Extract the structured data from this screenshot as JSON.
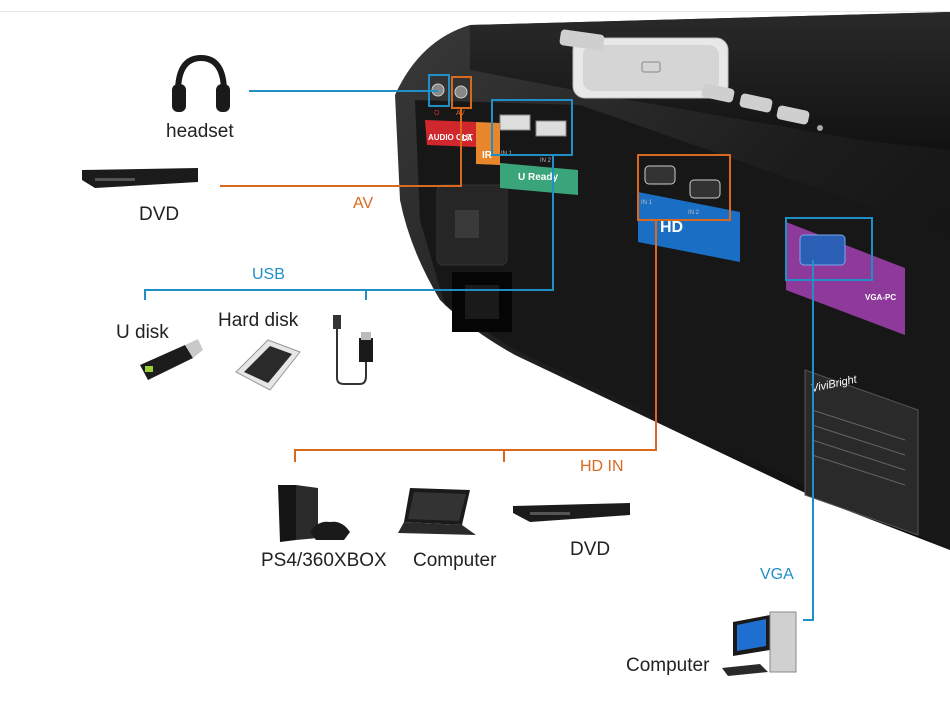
{
  "colors": {
    "av": "#d9691e",
    "blue": "#1f8fc6",
    "audio_red": "#d0272d",
    "ir_orange": "#e8862c",
    "green": "#3aa57a",
    "hd_blue": "#1a6fc4",
    "purple": "#8e3a9b"
  },
  "devices": {
    "headset": "headset",
    "dvd_av": "DVD",
    "u_disk": "U disk",
    "hard_disk": "Hard disk",
    "ps4": "PS4/360XBOX",
    "computer_hd": "Computer",
    "dvd_hd": "DVD",
    "computer_vga": "Computer"
  },
  "connections": {
    "av": "AV",
    "usb": "USB",
    "hd_in": "HD IN",
    "vga": "VGA"
  },
  "panel": {
    "audio_jack": "O",
    "av_jack": "AV",
    "audio": "AUDIO OUT",
    "ca": "CA",
    "ir": "IR",
    "u_ready": "U Ready",
    "usb_in1": "IN 1",
    "usb_in2": "IN 2",
    "hd_in1": "IN 1",
    "hd_in2": "IN 2",
    "hd": "HD",
    "vga_pc": "VGA-PC",
    "brand": "ViviBright"
  }
}
